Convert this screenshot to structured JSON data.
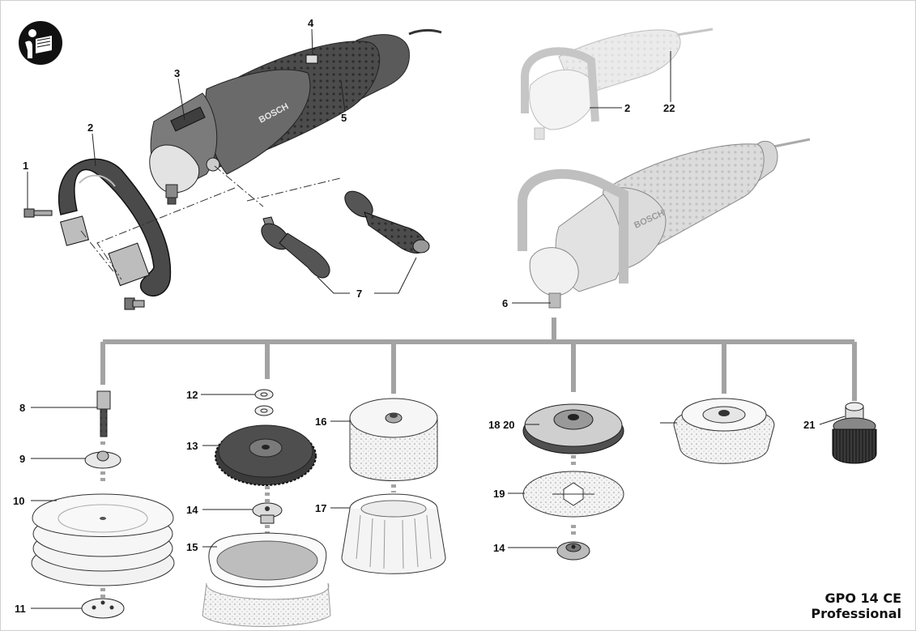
{
  "labels": {
    "l1": "1",
    "l2": "2",
    "l3": "3",
    "l4": "4",
    "l5": "5",
    "l6": "6",
    "l7": "7",
    "l8": "8",
    "l9": "9",
    "l10": "10",
    "l11": "11",
    "l12": "12",
    "l13": "13",
    "l14a": "14",
    "l14b": "14",
    "l15": "15",
    "l16": "16",
    "l17": "17",
    "l18_20": "18 20",
    "l19": "19",
    "l21": "21",
    "l2b": "2",
    "l22": "22"
  },
  "product": {
    "model": "GPO 14 CE",
    "line": "Professional"
  },
  "brand": {
    "tool_logo": "BOSCH"
  },
  "icons": {
    "manual": "read-manual-icon"
  },
  "colors": {
    "connector": "#a3a3a3",
    "tool_dark": "#555555",
    "tool_light": "#d8d8d8"
  }
}
